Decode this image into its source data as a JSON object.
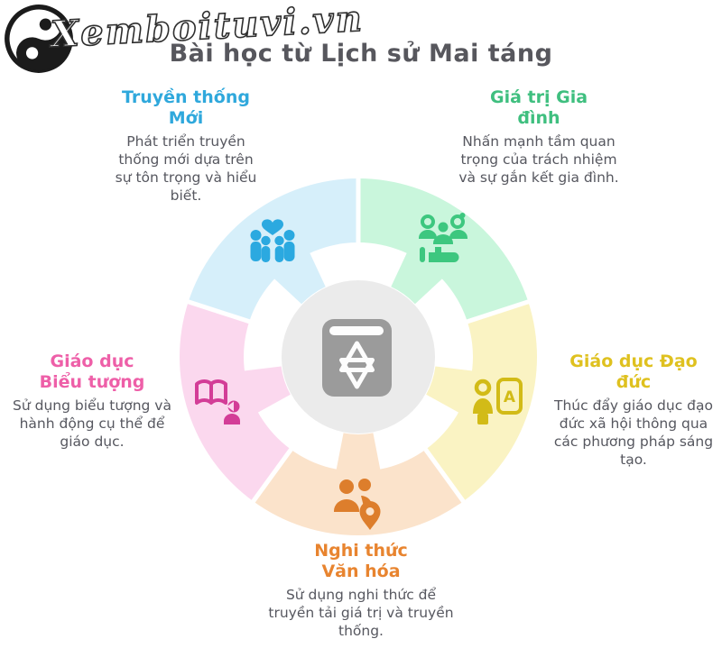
{
  "header": {
    "brand": "Xemboituvi.vn",
    "title": "Bài học từ Lịch sử Mai táng",
    "title_color": "#57575d"
  },
  "center": {
    "icon": "torah-book-icon",
    "circle_color": "#ebebeb",
    "icon_color": "#9b9b9b"
  },
  "chart_data": {
    "type": "pie",
    "title": "Bài học từ Lịch sử Mai táng",
    "layout": "donut with 5 equal 72-degree segments starting at 12 o'clock, clockwise; gray hub with torah book icon",
    "segments": [
      {
        "id": "gia-tri-gia-dinh",
        "position": "top-right",
        "start_angle": 0,
        "end_angle": 72,
        "fill": "#c9f6dc",
        "icon": "people-group-icon",
        "icon_color": "#3dc77f",
        "title": "Giá trị Gia đình",
        "title_color": "#3fbf7f",
        "description": "Nhấn mạnh tầm quan trọng của trách nhiệm và sự gắn kết gia đình."
      },
      {
        "id": "giao-duc-dao-duc",
        "position": "right",
        "start_angle": 72,
        "end_angle": 144,
        "fill": "#faf3c3",
        "icon": "teacher-board-icon",
        "icon_color": "#d2bb17",
        "title": "Giáo dục Đạo đức",
        "title_color": "#dfc11f",
        "description": "Thúc đẩy giáo dục đạo đức xã hội thông qua các phương pháp sáng tạo."
      },
      {
        "id": "nghi-thuc-van-hoa",
        "position": "bottom",
        "start_angle": 144,
        "end_angle": 216,
        "fill": "#fbe3cb",
        "icon": "users-location-pin-icon",
        "icon_color": "#dd7e2c",
        "title": "Nghi thức Văn hóa",
        "title_color": "#e8842f",
        "description": "Sử dụng nghi thức để truyền tải giá trị và truyền thống."
      },
      {
        "id": "giao-duc-bieu-tuong",
        "position": "left",
        "start_angle": 216,
        "end_angle": 288,
        "fill": "#fbd8ee",
        "icon": "book-reader-icon",
        "icon_color": "#d33d97",
        "title": "Giáo dục Biểu tượng",
        "title_color": "#ee5fa8",
        "description": "Sử dụng biểu tượng và hành động cụ thể để giáo dục."
      },
      {
        "id": "truyen-thong-moi",
        "position": "top-left",
        "start_angle": 288,
        "end_angle": 360,
        "fill": "#d6effa",
        "icon": "family-heart-icon",
        "icon_color": "#2ba9e0",
        "title": "Truyền thống Mới",
        "title_color": "#2fa8dc",
        "description": "Phát triển truyền thống mới dựa trên sự tôn trọng và hiểu biết."
      }
    ]
  }
}
